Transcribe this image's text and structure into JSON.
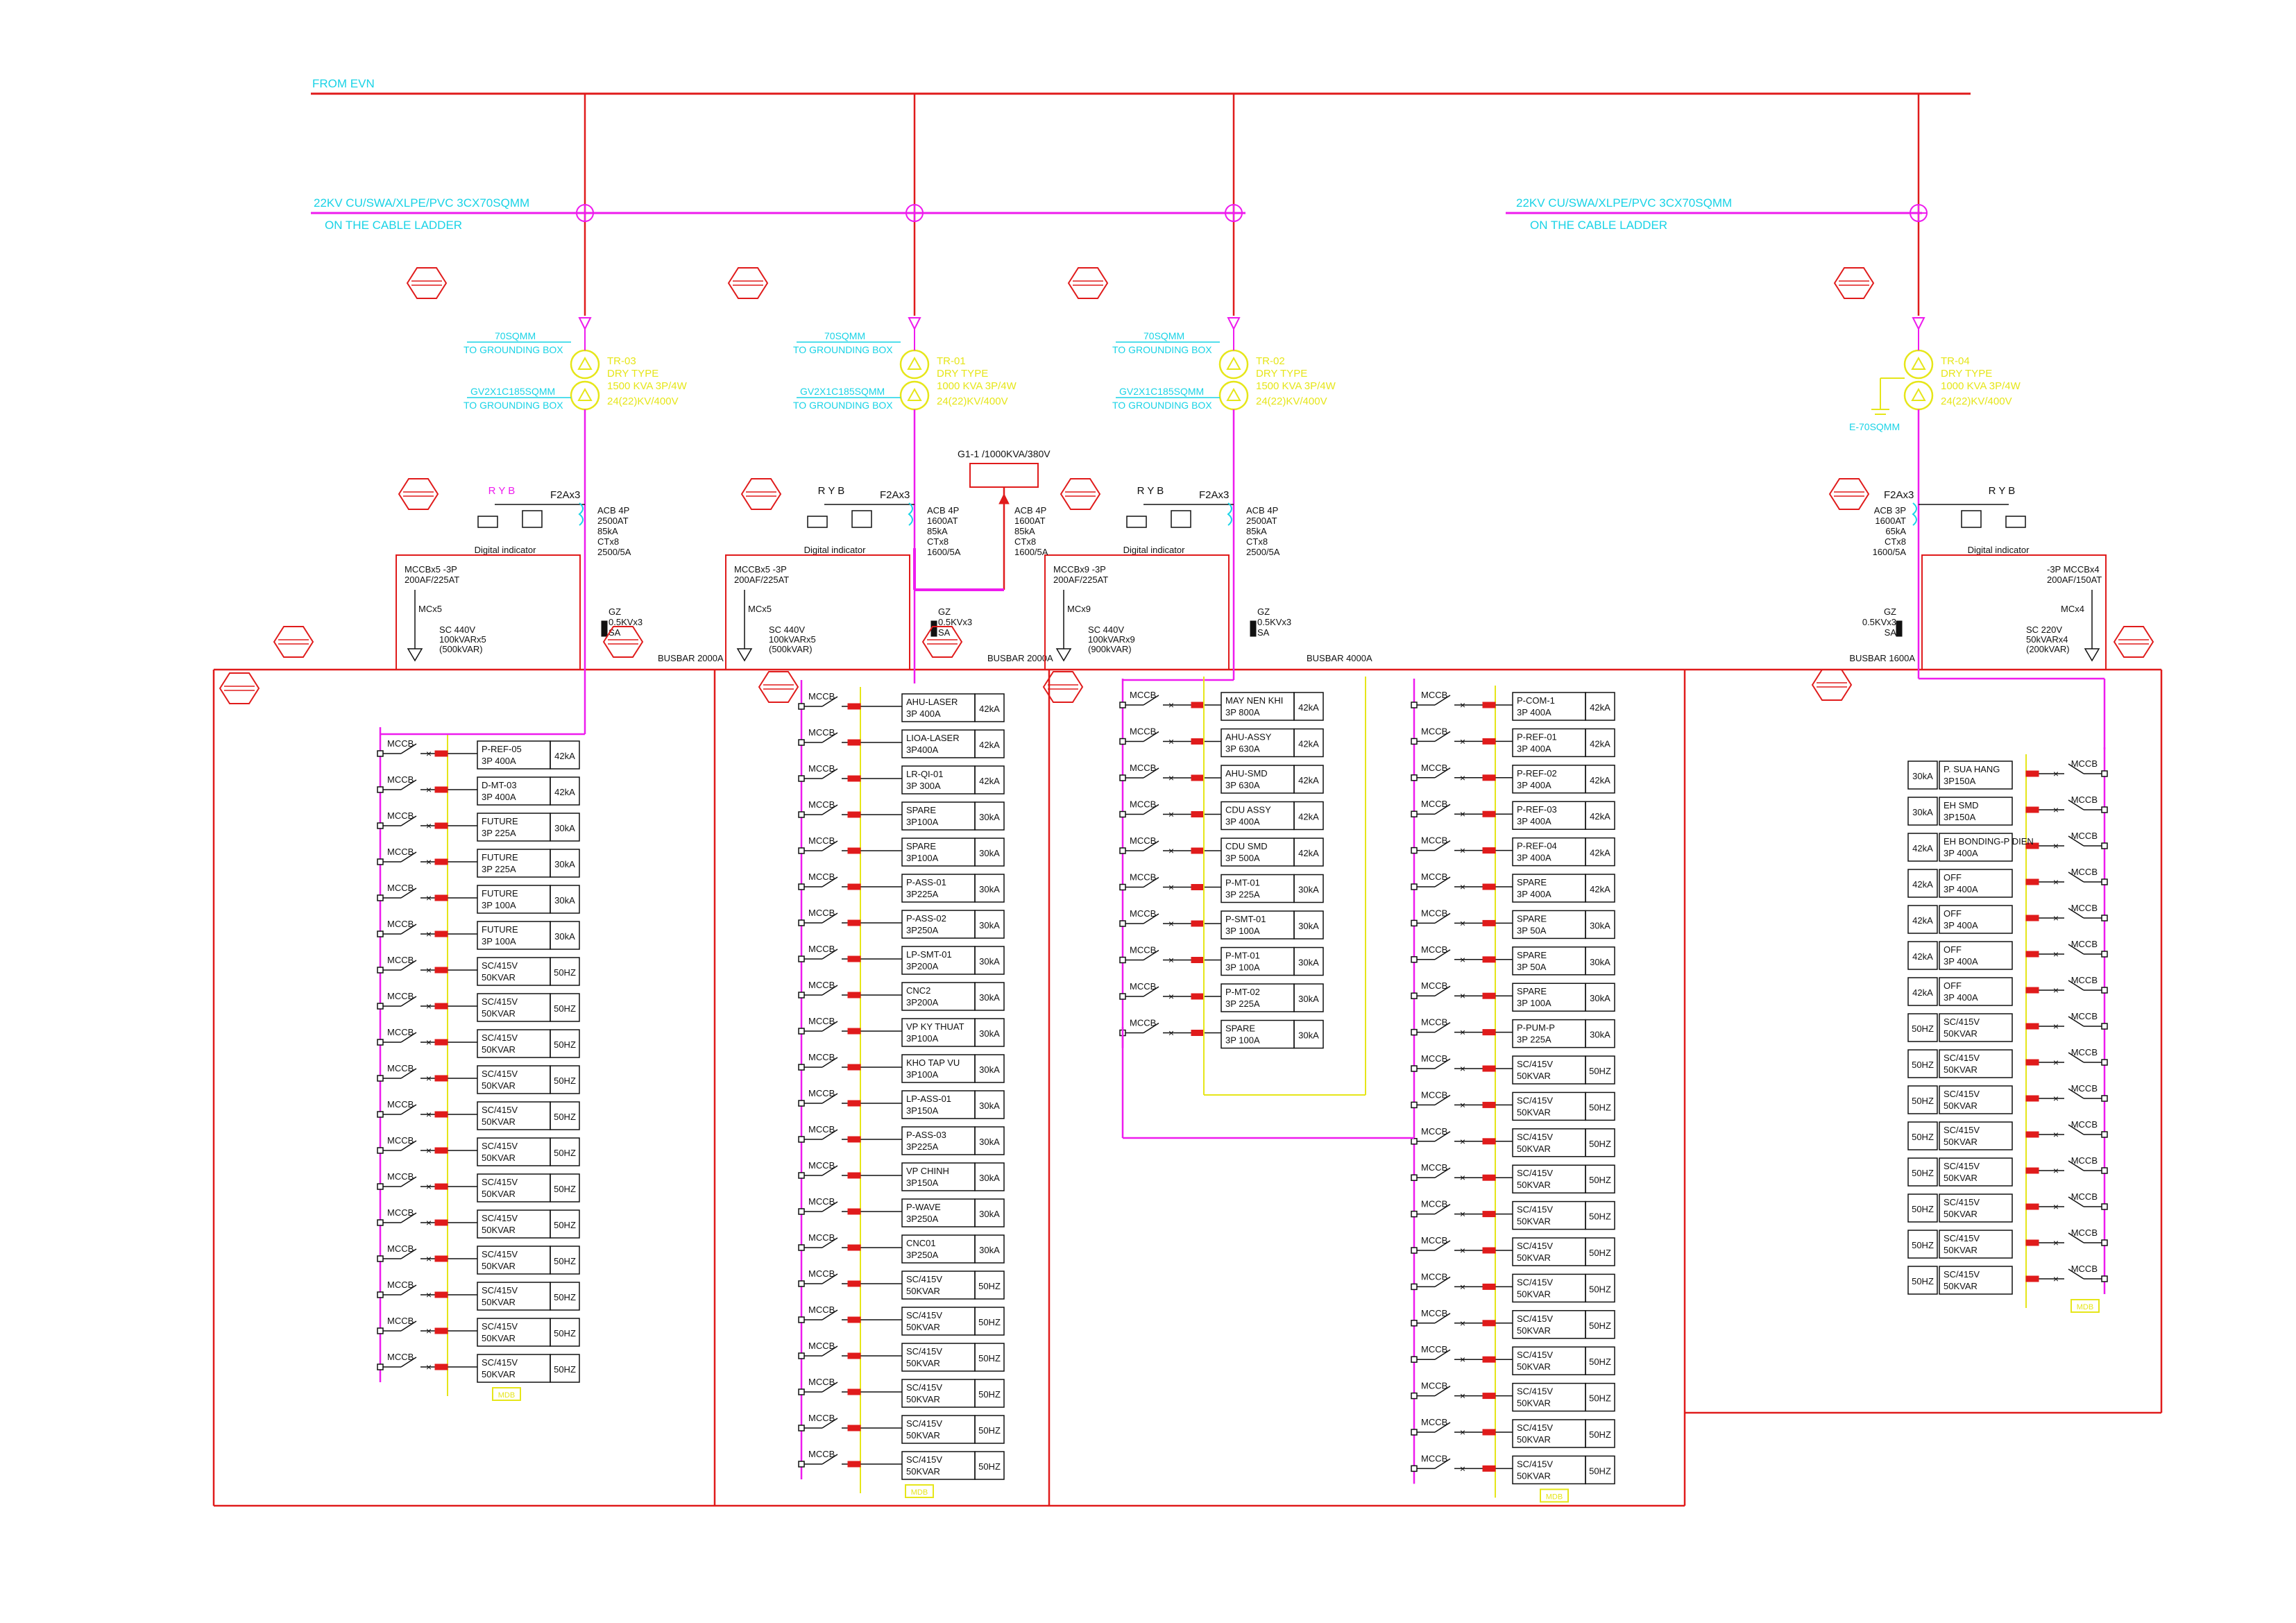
{
  "colors": {
    "red": "#e01b1b",
    "magenta": "#ee1bee",
    "cyan": "#19d3e6",
    "yellow": "#e6e619",
    "black": "#111111",
    "breaker": "#e01b1b"
  },
  "mains": {
    "from_evn": "FROM EVN",
    "cable_left_1": "22KV CU/SWA/XLPE/PVC 3CX70SQMM",
    "cable_left_2": "ON THE CABLE LADDER",
    "cable_right_1": "22KV CU/SWA/XLPE/PVC 3CX70SQMM",
    "cable_right_2": "ON THE CABLE LADDER"
  },
  "generator": {
    "label": "G1-1 /1000KVA/380V"
  },
  "common": {
    "ground_1": "70SQMM",
    "ground_2": "TO GROUNDING BOX",
    "ground_3": "GV2X1C185SQMM",
    "ground_4": "TO GROUNDING BOX",
    "digital": "Digital indicator",
    "ryb": "R  Y  B",
    "mccb": "MCCB"
  },
  "transformers": [
    {
      "id": "TR-03",
      "l1": "DRY TYPE",
      "l2": "1500 KVA 3P/4W",
      "l3": "24(22)KV/400V",
      "f2a": "F2Ax3",
      "acb": [
        "ACB 4P",
        "2500AT",
        "85kA",
        "CTx8",
        "2500/5A"
      ],
      "mccb": [
        "MCCBx5 -3P",
        "200AF/225AT"
      ],
      "mcx": "MCx5",
      "sc": [
        "SC 440V",
        "100kVARx5",
        "(500kVAR)"
      ],
      "gz": [
        "GZ",
        "0.5KVx3",
        "SA"
      ],
      "busbar": "BUSBAR 2000A"
    },
    {
      "id": "TR-01",
      "l1": "DRY TYPE",
      "l2": "1000 KVA 3P/4W",
      "l3": "24(22)KV/400V",
      "f2a": "F2Ax3",
      "acb": [
        "ACB 4P",
        "1600AT",
        "85kA",
        "CTx8",
        "1600/5A"
      ],
      "acb2": [
        "ACB 4P",
        "1600AT",
        "85kA",
        "CTx8",
        "1600/5A"
      ],
      "mccb": [
        "MCCBx5 -3P",
        "200AF/225AT"
      ],
      "mcx": "MCx5",
      "sc": [
        "SC 440V",
        "100kVARx5",
        "(500kVAR)"
      ],
      "gz": [
        "GZ",
        "0.5KVx3",
        "SA"
      ],
      "busbar": "BUSBAR 2000A"
    },
    {
      "id": "TR-02",
      "l1": "DRY TYPE",
      "l2": "1500 KVA 3P/4W",
      "l3": "24(22)KV/400V",
      "f2a": "F2Ax3",
      "acb": [
        "ACB 4P",
        "2500AT",
        "85kA",
        "CTx8",
        "2500/5A"
      ],
      "mccb": [
        "MCCBx9 -3P",
        "200AF/225AT"
      ],
      "mcx": "MCx9",
      "sc": [
        "SC 440V",
        "100kVARx9",
        "(900kVAR)"
      ],
      "gz": [
        "GZ",
        "0.5KVx3",
        "SA"
      ],
      "busbar": "BUSBAR 4000A"
    },
    {
      "id": "TR-04",
      "l1": "DRY TYPE",
      "l2": "1000 KVA 3P/4W",
      "l3": "24(22)KV/400V",
      "f2a": "F2Ax3",
      "acb": [
        "ACB 3P",
        "1600AT",
        "65kA",
        "CTx8",
        "1600/5A"
      ],
      "mccb": [
        "-3P MCCBx4",
        "200AF/150AT"
      ],
      "mcx": "MCx4",
      "sc": [
        "SC 220V",
        "50kVARx4",
        "(200kVAR)"
      ],
      "gz": [
        "GZ",
        "0.5KVx3",
        "SA"
      ],
      "busbar": "BUSBAR 1600A",
      "ground": "E-70SQMM"
    }
  ],
  "panels": [
    {
      "rating_side": "right",
      "mccb_side": "left",
      "tag": "MDB",
      "feeders": [
        [
          "P-REF-05",
          "3P 400A",
          "42kA"
        ],
        [
          "D-MT-03",
          "3P 400A",
          "42kA"
        ],
        [
          "FUTURE",
          "3P 225A",
          "30kA"
        ],
        [
          "FUTURE",
          "3P 225A",
          "30kA"
        ],
        [
          "FUTURE",
          "3P 100A",
          "30kA"
        ],
        [
          "FUTURE",
          "3P 100A",
          "30kA"
        ],
        [
          "SC/415V",
          "50KVAR",
          "50HZ"
        ],
        [
          "SC/415V",
          "50KVAR",
          "50HZ"
        ],
        [
          "SC/415V",
          "50KVAR",
          "50HZ"
        ],
        [
          "SC/415V",
          "50KVAR",
          "50HZ"
        ],
        [
          "SC/415V",
          "50KVAR",
          "50HZ"
        ],
        [
          "SC/415V",
          "50KVAR",
          "50HZ"
        ],
        [
          "SC/415V",
          "50KVAR",
          "50HZ"
        ],
        [
          "SC/415V",
          "50KVAR",
          "50HZ"
        ],
        [
          "SC/415V",
          "50KVAR",
          "50HZ"
        ],
        [
          "SC/415V",
          "50KVAR",
          "50HZ"
        ],
        [
          "SC/415V",
          "50KVAR",
          "50HZ"
        ],
        [
          "SC/415V",
          "50KVAR",
          "50HZ"
        ]
      ]
    },
    {
      "rating_side": "right",
      "mccb_side": "left",
      "tag": "MDB",
      "feeders": [
        [
          "AHU-LASER",
          "3P 400A",
          "42kA"
        ],
        [
          "LIOA-LASER",
          "3P400A",
          "42kA"
        ],
        [
          "LR-QI-01",
          "3P 300A",
          "42kA"
        ],
        [
          "SPARE",
          "3P100A",
          "30kA"
        ],
        [
          "SPARE",
          "3P100A",
          "30kA"
        ],
        [
          "P-ASS-01",
          "3P225A",
          "30kA"
        ],
        [
          "P-ASS-02",
          "3P250A",
          "30kA"
        ],
        [
          "LP-SMT-01",
          "3P200A",
          "30kA"
        ],
        [
          "CNC2",
          "3P200A",
          "30kA"
        ],
        [
          "VP KY THUAT",
          "3P100A",
          "30kA"
        ],
        [
          "KHO TAP VU",
          "3P100A",
          "30kA"
        ],
        [
          "LP-ASS-01",
          "3P150A",
          "30kA"
        ],
        [
          "P-ASS-03",
          "3P225A",
          "30kA"
        ],
        [
          "VP CHINH",
          "3P150A",
          "30kA"
        ],
        [
          "P-WAVE",
          "3P250A",
          "30kA"
        ],
        [
          "CNC01",
          "3P250A",
          "30kA"
        ],
        [
          "SC/415V",
          "50KVAR",
          "50HZ"
        ],
        [
          "SC/415V",
          "50KVAR",
          "50HZ"
        ],
        [
          "SC/415V",
          "50KVAR",
          "50HZ"
        ],
        [
          "SC/415V",
          "50KVAR",
          "50HZ"
        ],
        [
          "SC/415V",
          "50KVAR",
          "50HZ"
        ],
        [
          "SC/415V",
          "50KVAR",
          "50HZ"
        ]
      ]
    },
    {
      "rating_side": "right",
      "mccb_side": "left",
      "tag": "",
      "feeders": [
        [
          "MAY NEN KHI",
          "3P 800A",
          "42kA"
        ],
        [
          "AHU-ASSY",
          "3P 630A",
          "42kA"
        ],
        [
          "AHU-SMD",
          "3P 630A",
          "42kA"
        ],
        [
          "CDU ASSY",
          "3P 400A",
          "42kA"
        ],
        [
          "CDU SMD",
          "3P 500A",
          "42kA"
        ],
        [
          "P-MT-01",
          "3P 225A",
          "30kA"
        ],
        [
          "P-SMT-01",
          "3P 100A",
          "30kA"
        ],
        [
          "P-MT-01",
          "3P 100A",
          "30kA"
        ],
        [
          "P-MT-02",
          "3P 225A",
          "30kA"
        ],
        [
          "SPARE",
          "3P 100A",
          "30kA"
        ]
      ]
    },
    {
      "rating_side": "right",
      "mccb_side": "left",
      "tag": "MDB",
      "feeders": [
        [
          "P-COM-1",
          "3P 400A",
          "42kA"
        ],
        [
          "P-REF-01",
          "3P 400A",
          "42kA"
        ],
        [
          "P-REF-02",
          "3P 400A",
          "42kA"
        ],
        [
          "P-REF-03",
          "3P 400A",
          "42kA"
        ],
        [
          "P-REF-04",
          "3P 400A",
          "42kA"
        ],
        [
          "SPARE",
          "3P 400A",
          "42kA"
        ],
        [
          "SPARE",
          "3P 50A",
          "30kA"
        ],
        [
          "SPARE",
          "3P 50A",
          "30kA"
        ],
        [
          "SPARE",
          "3P 100A",
          "30kA"
        ],
        [
          "P-PUM-P",
          "3P 225A",
          "30kA"
        ],
        [
          "SC/415V",
          "50KVAR",
          "50HZ"
        ],
        [
          "SC/415V",
          "50KVAR",
          "50HZ"
        ],
        [
          "SC/415V",
          "50KVAR",
          "50HZ"
        ],
        [
          "SC/415V",
          "50KVAR",
          "50HZ"
        ],
        [
          "SC/415V",
          "50KVAR",
          "50HZ"
        ],
        [
          "SC/415V",
          "50KVAR",
          "50HZ"
        ],
        [
          "SC/415V",
          "50KVAR",
          "50HZ"
        ],
        [
          "SC/415V",
          "50KVAR",
          "50HZ"
        ],
        [
          "SC/415V",
          "50KVAR",
          "50HZ"
        ],
        [
          "SC/415V",
          "50KVAR",
          "50HZ"
        ],
        [
          "SC/415V",
          "50KVAR",
          "50HZ"
        ],
        [
          "SC/415V",
          "50KVAR",
          "50HZ"
        ]
      ]
    },
    {
      "rating_side": "left",
      "mccb_side": "right",
      "tag": "MDB",
      "feeders": [
        [
          "P. SUA HANG",
          "3P150A",
          "30kA"
        ],
        [
          "EH SMD",
          "3P150A",
          "30kA"
        ],
        [
          "EH BONDING-P DIEN",
          "3P 400A",
          "42kA"
        ],
        [
          "OFF",
          "3P 400A",
          "42kA"
        ],
        [
          "OFF",
          "3P 400A",
          "42kA"
        ],
        [
          "OFF",
          "3P 400A",
          "42kA"
        ],
        [
          "OFF",
          "3P 400A",
          "42kA"
        ],
        [
          "SC/415V",
          "50KVAR",
          "50HZ"
        ],
        [
          "SC/415V",
          "50KVAR",
          "50HZ"
        ],
        [
          "SC/415V",
          "50KVAR",
          "50HZ"
        ],
        [
          "SC/415V",
          "50KVAR",
          "50HZ"
        ],
        [
          "SC/415V",
          "50KVAR",
          "50HZ"
        ],
        [
          "SC/415V",
          "50KVAR",
          "50HZ"
        ],
        [
          "SC/415V",
          "50KVAR",
          "50HZ"
        ],
        [
          "SC/415V",
          "50KVAR",
          "50HZ"
        ]
      ]
    }
  ]
}
